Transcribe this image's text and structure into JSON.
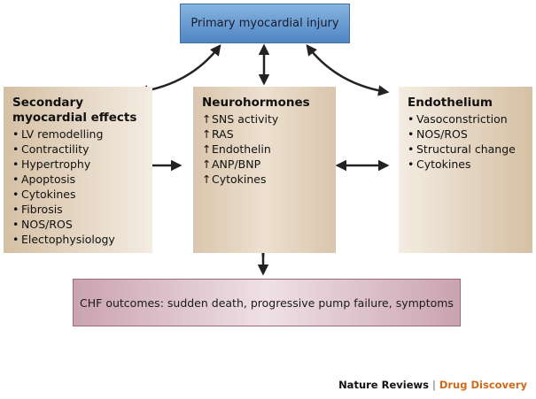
{
  "top_box": {
    "label": "Primary myocardial injury"
  },
  "panels": {
    "left": {
      "title": "Secondary myocardial effects",
      "items": [
        "LV remodelling",
        "Contractility",
        "Hypertrophy",
        "Apoptosis",
        "Cytokines",
        "Fibrosis",
        "NOS/ROS",
        "Electophysiology"
      ]
    },
    "middle": {
      "title": "Neurohormones",
      "items": [
        "SNS activity",
        "RAS",
        "Endothelin",
        "ANP/BNP",
        "Cytokines"
      ]
    },
    "right": {
      "title": "Endothelium",
      "items": [
        "Vasoconstriction",
        "NOS/ROS",
        "Structural change",
        "Cytokines"
      ]
    }
  },
  "symbols": {
    "bullet": "•",
    "increase": "↑"
  },
  "bottom_box": {
    "label": "CHF outcomes: sudden death, progressive pump failure, symptoms"
  },
  "footer": {
    "publisher": "Nature Reviews",
    "separator": "|",
    "journal": "Drug Discovery"
  },
  "colors": {
    "top_box": "#5b8fca",
    "outcome_box": "#d9b8c4",
    "panel": "#e3d4c0",
    "journal_accent": "#d06a1a",
    "arrow": "#222222"
  }
}
